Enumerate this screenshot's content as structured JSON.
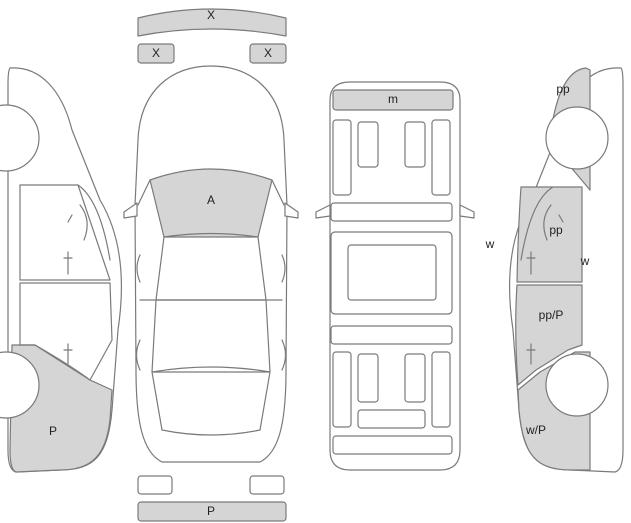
{
  "labels": {
    "front_bumper": "X",
    "front_left_corner": "X",
    "front_right_corner": "X",
    "hood": "A",
    "roof": "m",
    "left_rear_quarter": "P",
    "rear_bumper": "P",
    "right_front_fender": "pp",
    "right_front_door": "pp",
    "right_front_door_edge": "w",
    "right_side_edge": "w",
    "right_rear_door": "pp/P",
    "right_rear_quarter": "w/P"
  },
  "colors": {
    "damaged_fill": "#d5d5d5",
    "outline": "#7a7a7a",
    "background": "#ffffff"
  }
}
